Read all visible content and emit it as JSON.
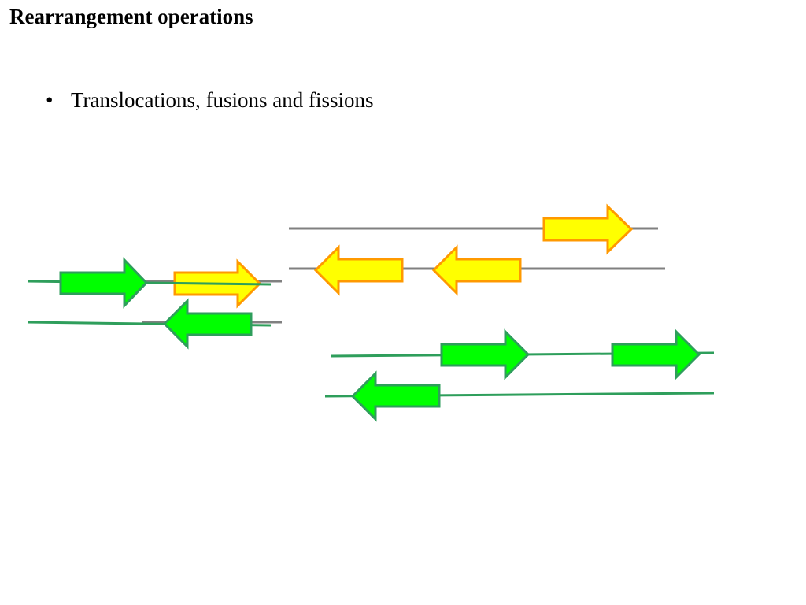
{
  "slide": {
    "title": "Rearrangement operations",
    "bullets": [
      {
        "marker": "•",
        "text": "Translocations, fusions and fissions"
      }
    ]
  },
  "diagram": {
    "colors": {
      "gray_chromosome": "#808080",
      "green_chromosome": "#2e9e5b",
      "green_gene_fill": "#00ff00",
      "green_gene_stroke": "#2e9e5b",
      "yellow_gene_fill": "#ffff00",
      "yellow_gene_stroke": "#ff9900"
    },
    "genes": [
      {
        "name": "green-gene-left-forward",
        "color": "green",
        "direction": "right"
      },
      {
        "name": "yellow-gene-left-forward",
        "color": "yellow",
        "direction": "right"
      },
      {
        "name": "green-gene-left-reverse",
        "color": "green",
        "direction": "left"
      },
      {
        "name": "yellow-gene-top-forward",
        "color": "yellow",
        "direction": "right"
      },
      {
        "name": "yellow-gene-middle-reverse-1",
        "color": "yellow",
        "direction": "left"
      },
      {
        "name": "yellow-gene-middle-reverse-2",
        "color": "yellow",
        "direction": "left"
      },
      {
        "name": "green-gene-right-forward-1",
        "color": "green",
        "direction": "right"
      },
      {
        "name": "green-gene-right-forward-2",
        "color": "green",
        "direction": "right"
      },
      {
        "name": "green-gene-bottom-reverse",
        "color": "green",
        "direction": "left"
      }
    ]
  }
}
